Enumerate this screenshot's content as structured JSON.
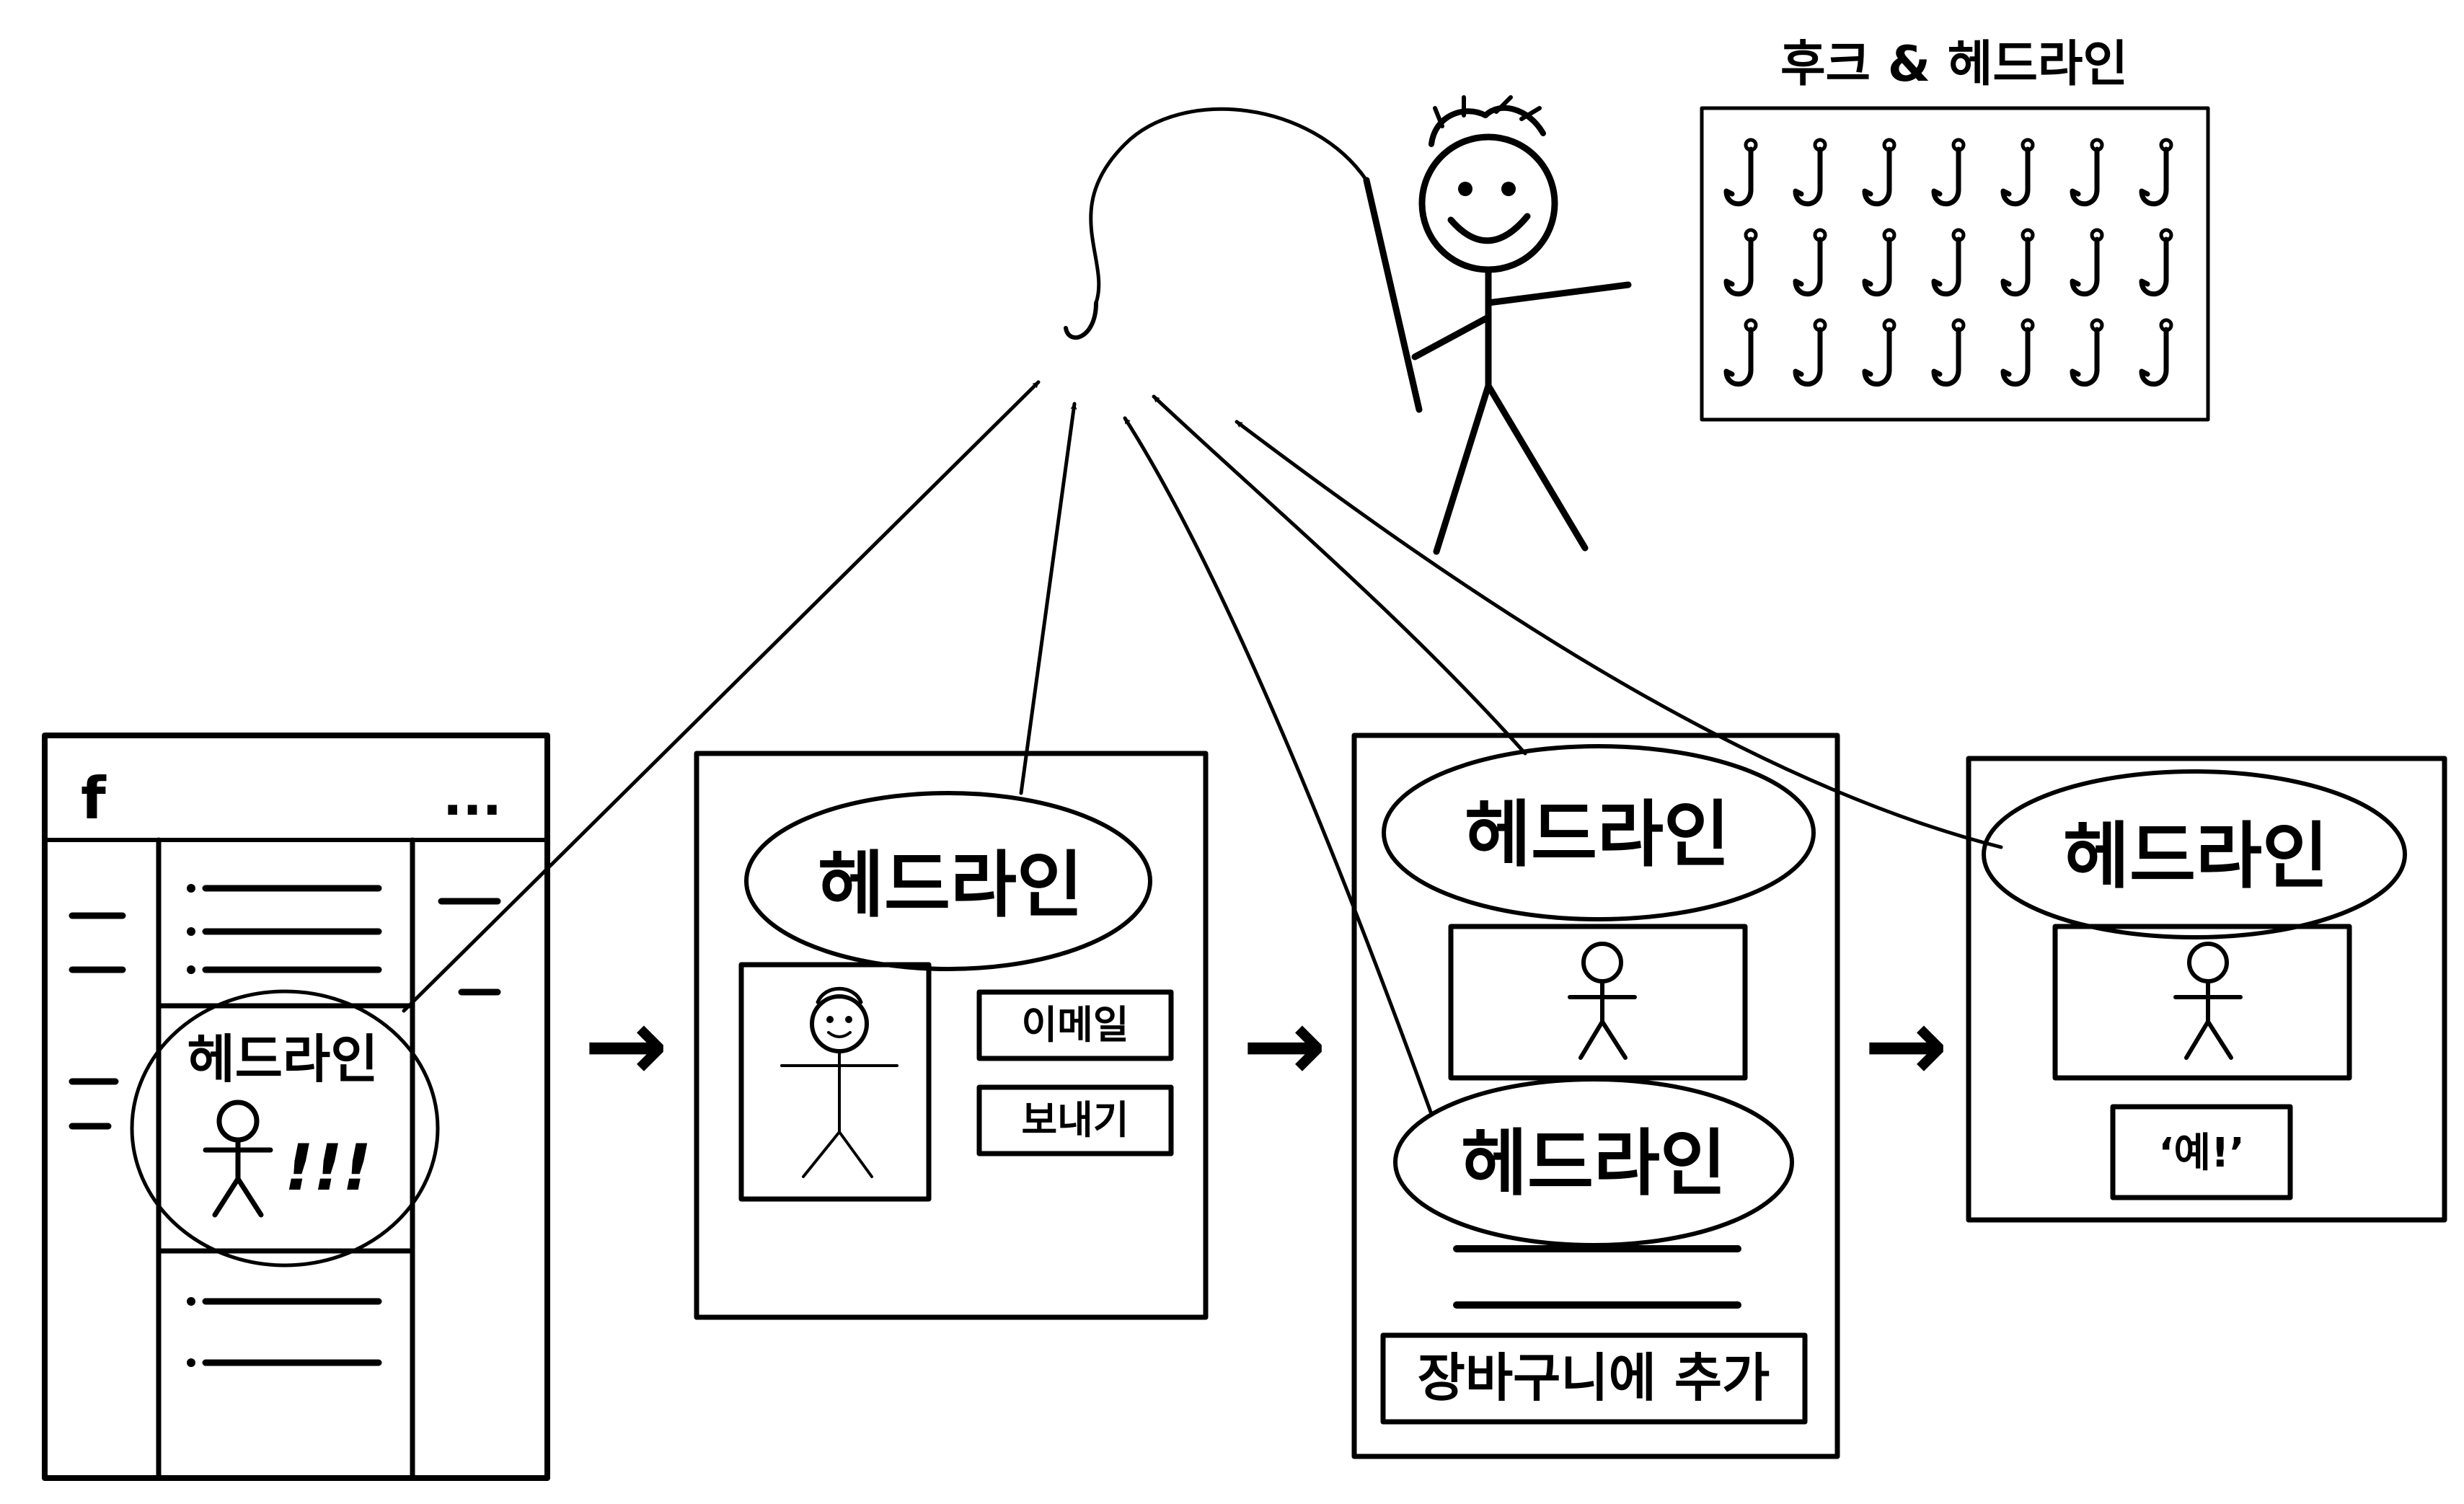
{
  "legend": {
    "title": "후크 & 헤드라인",
    "hook_rows": 3,
    "hook_cols": 7
  },
  "panel1": {
    "logo": "f",
    "dots": "...",
    "headline": "헤드라인",
    "exclaim": "!!!"
  },
  "panel2": {
    "headline": "헤드라인",
    "btn_email": "이메일",
    "btn_send": "보내기"
  },
  "panel3": {
    "headline_top": "헤드라인",
    "headline_mid": "헤드라인",
    "btn_cart": "장바구니에 추가"
  },
  "panel4": {
    "headline": "헤드라인",
    "btn_yes": "‘예!’"
  },
  "flow_arrow": "→",
  "colors": {
    "ink": "#000000",
    "paper": "#ffffff"
  }
}
